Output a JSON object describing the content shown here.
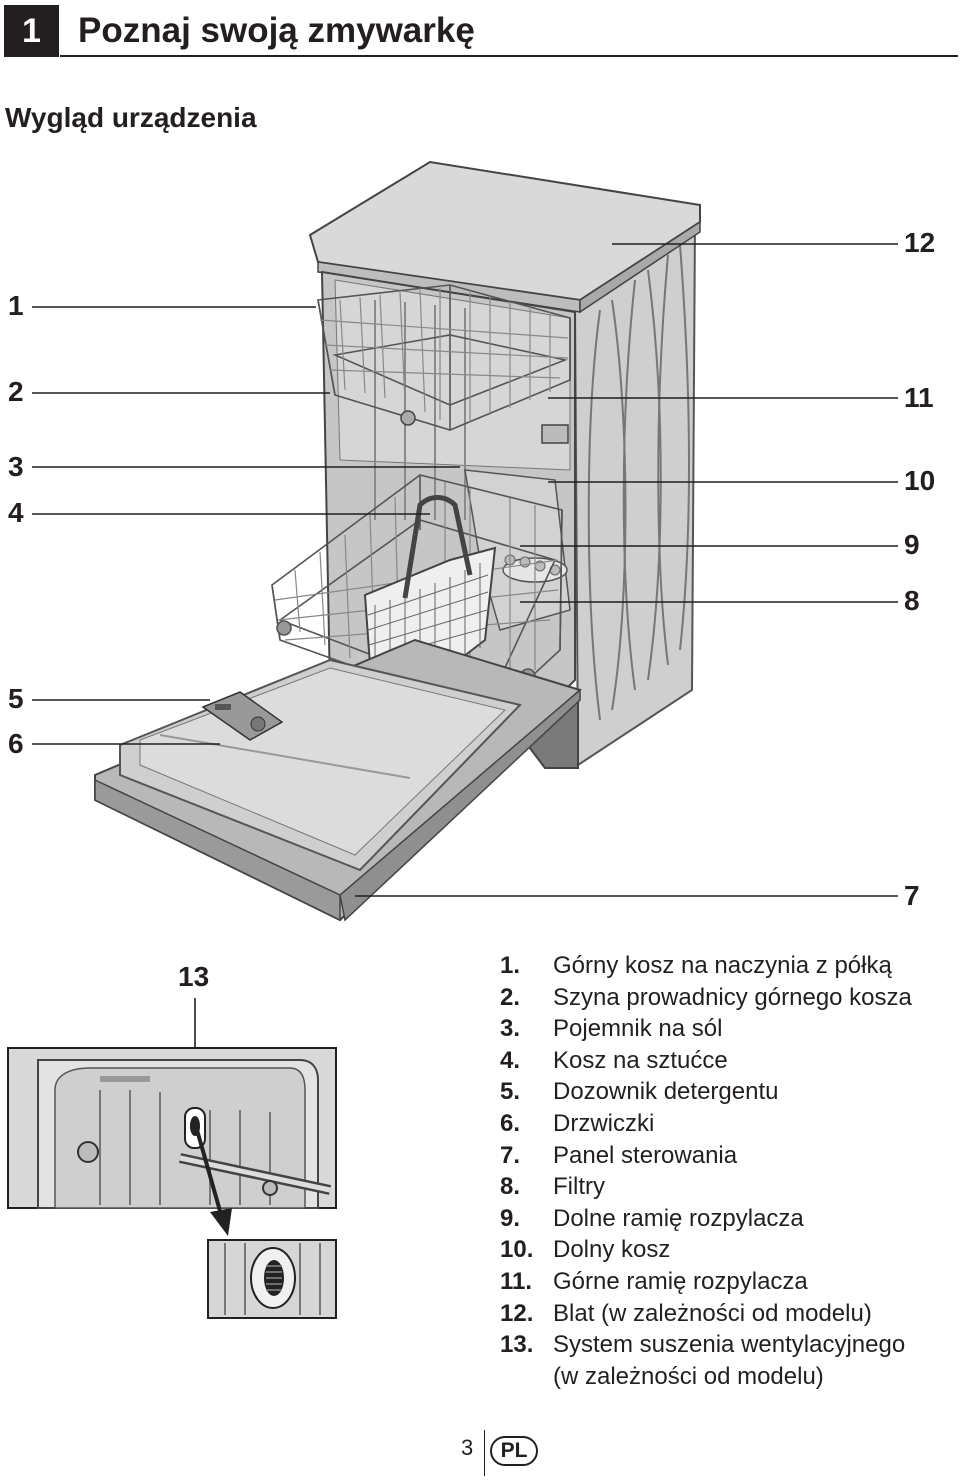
{
  "header": {
    "chapter_number": "1",
    "chapter_title": "Poznaj swoją zmywarkę"
  },
  "section": {
    "title": "Wygląd urządzenia"
  },
  "callouts": {
    "c1": "1",
    "c2": "2",
    "c3": "3",
    "c4": "4",
    "c5": "5",
    "c6": "6",
    "c7": "7",
    "c8": "8",
    "c9": "9",
    "c10": "10",
    "c11": "11",
    "c12": "12",
    "c13": "13"
  },
  "legend": [
    {
      "num": "1.",
      "text": "Górny kosz na naczynia z półką"
    },
    {
      "num": "2.",
      "text": "Szyna prowadnicy górnego kosza"
    },
    {
      "num": "3.",
      "text": "Pojemnik na sól"
    },
    {
      "num": "4.",
      "text": "Kosz na sztućce"
    },
    {
      "num": "5.",
      "text": "Dozownik detergentu"
    },
    {
      "num": "6.",
      "text": "Drzwiczki"
    },
    {
      "num": "7.",
      "text": "Panel sterowania"
    },
    {
      "num": "8.",
      "text": "Filtry"
    },
    {
      "num": "9.",
      "text": "Dolne ramię rozpylacza"
    },
    {
      "num": "10.",
      "text": "Dolny kosz"
    },
    {
      "num": "11.",
      "text": "Górne ramię rozpylacza"
    },
    {
      "num": "12.",
      "text": "Blat (w zależności od modelu)"
    },
    {
      "num": "13.",
      "text": "System suszenia wentylacyjnego"
    },
    {
      "num": "",
      "text": "(w zależności od modelu)"
    }
  ],
  "footer": {
    "page_number": "3",
    "language": "PL"
  }
}
